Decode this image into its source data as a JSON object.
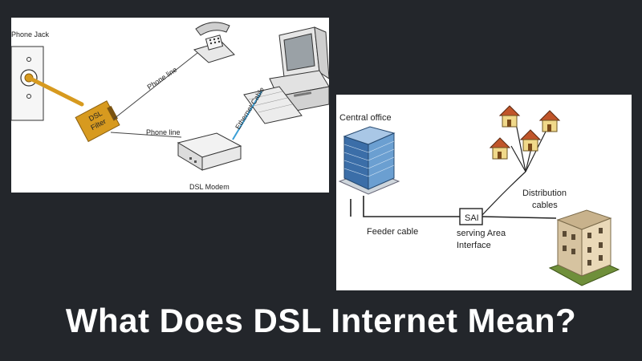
{
  "headline": "What Does DSL Internet Mean?",
  "left_diagram": {
    "phone_jack_label": "Phone Jack",
    "filter_line1": "DSL",
    "filter_line2": "Filter",
    "phone_line_upper": "Phone line",
    "phone_line_lower": "Phone line",
    "ethernet_label": "Ethernet Cable",
    "modem_label": "DSL Modem"
  },
  "right_diagram": {
    "central_office_label": "Central office",
    "distribution_line1": "Distribution",
    "distribution_line2": "cables",
    "sai_label": "SAI",
    "feeder_label": "Feeder cable",
    "sai_desc_line1": "serving Area",
    "sai_desc_line2": "Interface"
  },
  "colors": {
    "background": "#23262b",
    "filter": "#d79a1f",
    "ethernet": "#3a9fd6"
  }
}
